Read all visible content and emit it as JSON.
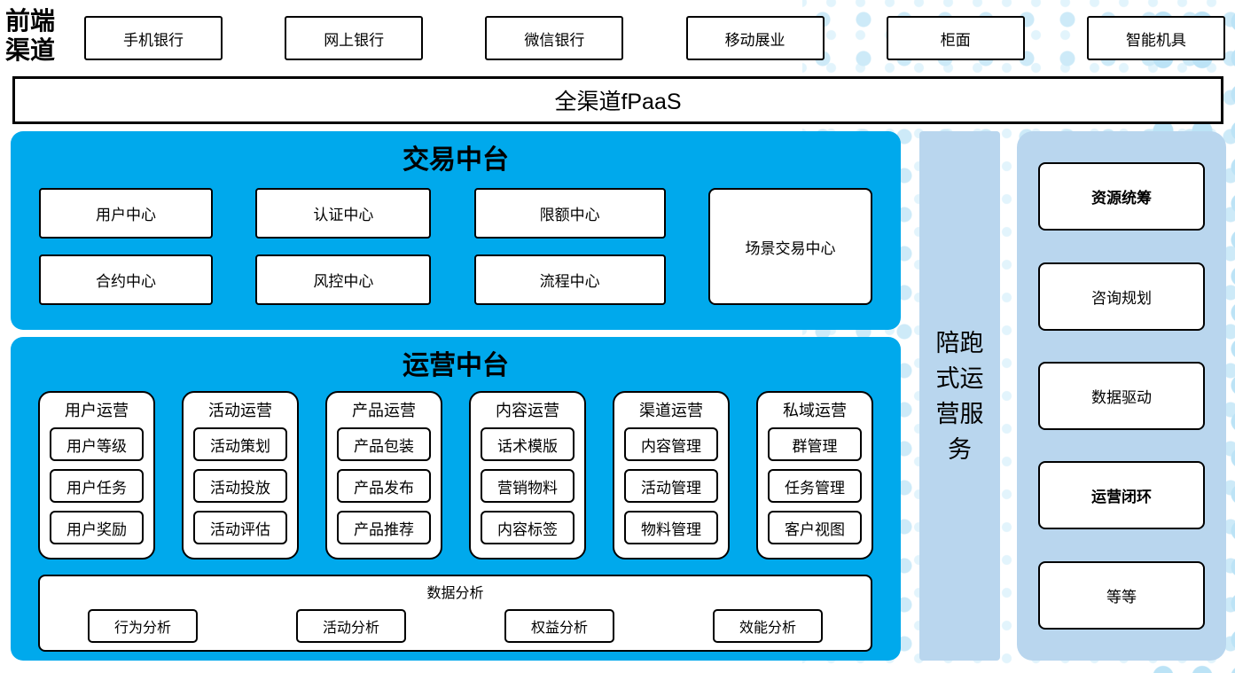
{
  "page": {
    "front_label": "前端渠道",
    "channels": [
      "手机银行",
      "网上银行",
      "微信银行",
      "移动展业",
      "柜面",
      "智能机具"
    ],
    "fpaas": "全渠道fPaaS",
    "trade_platform": {
      "title": "交易中台",
      "centers": [
        "用户中心",
        "认证中心",
        "限额中心",
        "合约中心",
        "风控中心",
        "流程中心"
      ],
      "scene_center": "场景交易中心"
    },
    "ops_platform": {
      "title": "运营中台",
      "columns": [
        {
          "title": "用户运营",
          "items": [
            "用户等级",
            "用户任务",
            "用户奖励"
          ]
        },
        {
          "title": "活动运营",
          "items": [
            "活动策划",
            "活动投放",
            "活动评估"
          ]
        },
        {
          "title": "产品运营",
          "items": [
            "产品包装",
            "产品发布",
            "产品推荐"
          ]
        },
        {
          "title": "内容运营",
          "items": [
            "话术模版",
            "营销物料",
            "内容标签"
          ]
        },
        {
          "title": "渠道运营",
          "items": [
            "内容管理",
            "活动管理",
            "物料管理"
          ]
        },
        {
          "title": "私域运营",
          "items": [
            "群管理",
            "任务管理",
            "客户视图"
          ]
        }
      ],
      "analysis": {
        "title": "数据分析",
        "items": [
          "行为分析",
          "活动分析",
          "权益分析",
          "效能分析"
        ]
      }
    },
    "side_bar_label": "陪跑式运营服务",
    "services": [
      {
        "label": "资源统筹",
        "bold": true
      },
      {
        "label": "咨询规划",
        "bold": false
      },
      {
        "label": "数据驱动",
        "bold": false
      },
      {
        "label": "运营闭环",
        "bold": true
      },
      {
        "label": "等等",
        "bold": false
      }
    ],
    "colors": {
      "bright_blue": "#00a9ec",
      "light_blue": "#b9d6ee",
      "dot_light": "#e2f4fc",
      "dot_mid": "#cdeaf8",
      "dot_dark": "#bce3f6"
    }
  }
}
